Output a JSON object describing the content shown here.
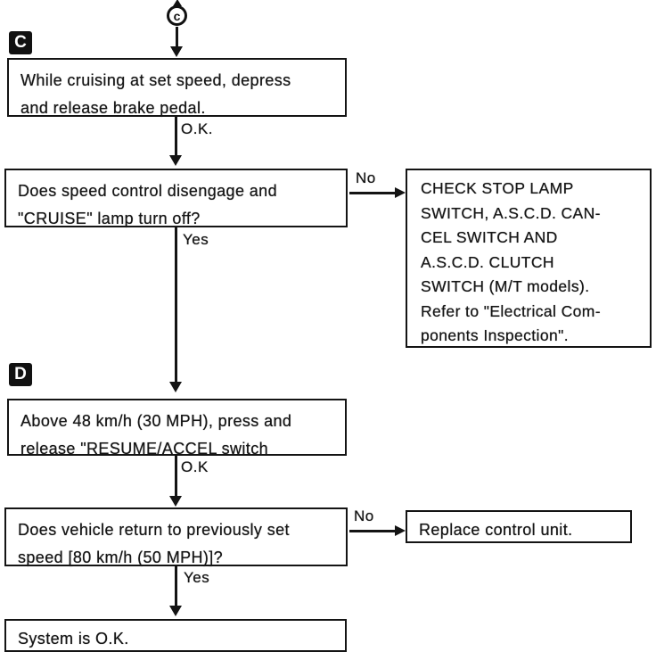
{
  "page": {
    "background": "#ffffff",
    "ink": "#141414"
  },
  "connector": {
    "label": "c"
  },
  "sections": [
    {
      "id": "C",
      "label": "C"
    },
    {
      "id": "D",
      "label": "D"
    }
  ],
  "boxes": [
    {
      "id": "step-brake",
      "lines": [
        "While cruising at set speed, depress",
        "and release brake pedal."
      ]
    },
    {
      "id": "question-disengage",
      "lines": [
        "Does speed control disengage and",
        "\"CRUISE\" lamp turn off?"
      ]
    },
    {
      "id": "action-check-switches",
      "lines": [
        "CHECK STOP LAMP",
        "SWITCH, A.S.C.D. CAN-",
        "CEL SWITCH AND",
        "A.S.C.D. CLUTCH",
        "SWITCH (M/T models).",
        "Refer to \"Electrical Com-",
        "ponents Inspection\"."
      ]
    },
    {
      "id": "step-resume",
      "lines": [
        "Above 48 km/h (30 MPH), press and",
        "release \"RESUME/ACCEL switch"
      ]
    },
    {
      "id": "question-return-speed",
      "lines": [
        "Does vehicle return to previously set",
        "speed [80 km/h (50 MPH)]?"
      ]
    },
    {
      "id": "action-replace-unit",
      "lines": [
        "Replace control unit."
      ]
    },
    {
      "id": "end-ok",
      "lines": [
        "System is O.K."
      ]
    }
  ],
  "edges": {
    "ok1": "O.K.",
    "yes1": "Yes",
    "no1": "No",
    "ok2": "O.K",
    "yes2": "Yes",
    "no2": "No"
  }
}
